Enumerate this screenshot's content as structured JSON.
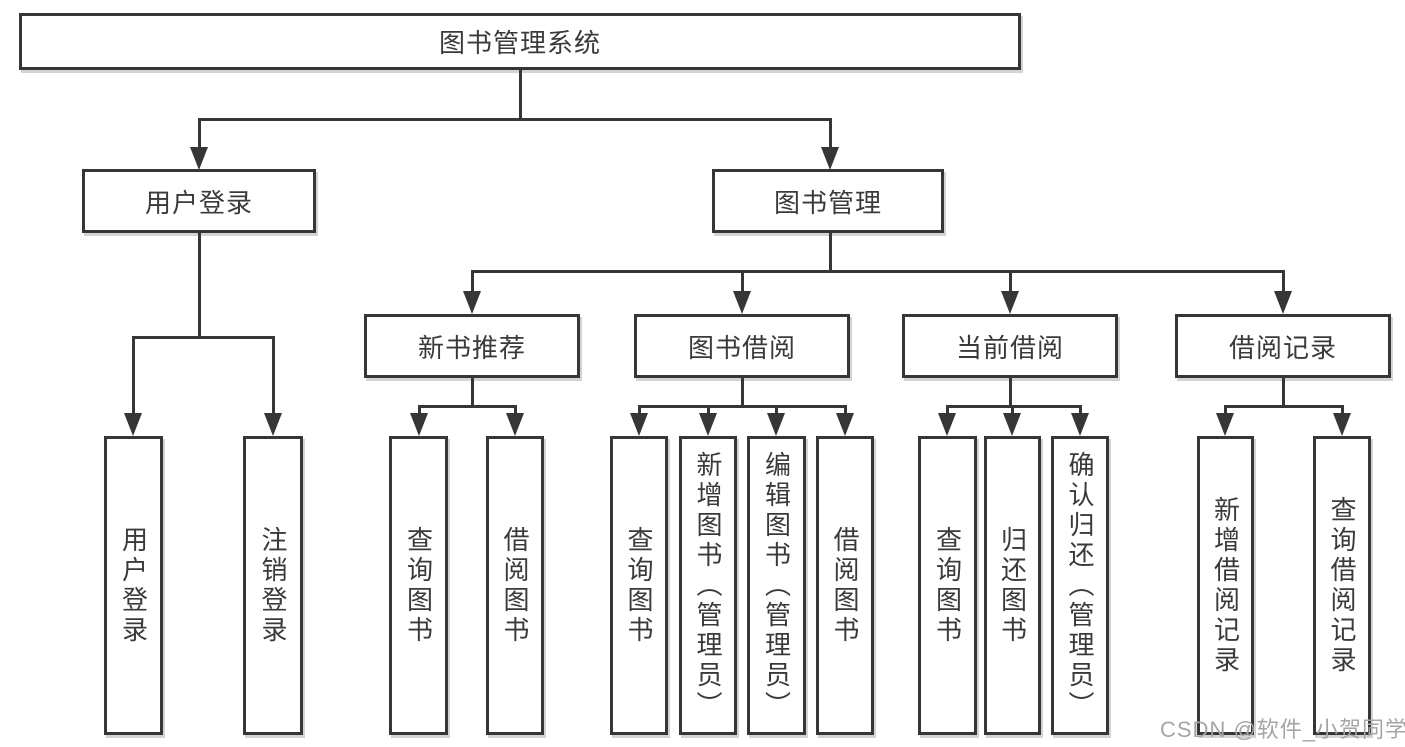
{
  "page": {
    "background": "#ffffff",
    "line_color": "#363636",
    "text_color": "#3a3a3a",
    "watermark": {
      "text": "CSDN @软件_小贺同学",
      "color": "#a5a5a9"
    }
  },
  "tree": {
    "root": "图书管理系统",
    "branches": [
      {
        "label": "用户登录",
        "children": [
          "用户登录",
          "注销登录"
        ]
      },
      {
        "label": "图书管理",
        "children": [
          {
            "label": "新书推荐",
            "children": [
              "查询图书",
              "借阅图书"
            ]
          },
          {
            "label": "图书借阅",
            "children": [
              "查询图书",
              "新增图书（管理员）",
              "编辑图书（管理员）",
              "借阅图书"
            ]
          },
          {
            "label": "当前借阅",
            "children": [
              "查询图书",
              "归还图书",
              "确认归还（管理员）"
            ]
          },
          {
            "label": "借阅记录",
            "children": [
              "新增借阅记录",
              "查询借阅记录"
            ]
          }
        ]
      }
    ]
  }
}
